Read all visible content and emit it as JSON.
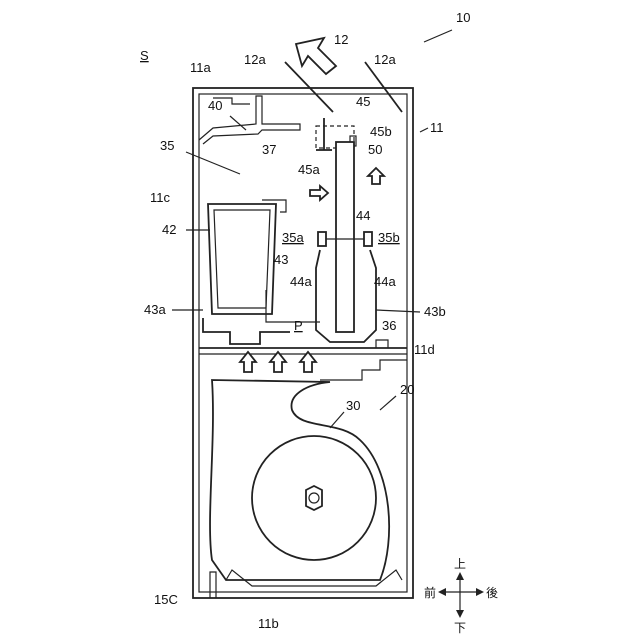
{
  "figure": {
    "labels": {
      "ref_10": "10",
      "ref_12": "12",
      "ref_12a_left": "12a",
      "ref_12a_right": "12a",
      "ref_11": "11",
      "ref_11a": "11a",
      "ref_11b": "11b",
      "ref_11c": "11c",
      "ref_11d": "11d",
      "ref_15C": "15C",
      "ref_20": "20",
      "ref_30": "30",
      "ref_35": "35",
      "ref_35a": "35a",
      "ref_35b": "35b",
      "ref_36": "36",
      "ref_37": "37",
      "ref_40": "40",
      "ref_42": "42",
      "ref_43": "43",
      "ref_43a": "43a",
      "ref_43b": "43b",
      "ref_44_left": "44a",
      "ref_44_center": "44",
      "ref_44a_right": "44a",
      "ref_45": "45",
      "ref_45a": "45a",
      "ref_45b": "45b",
      "ref_50": "50",
      "ref_S": "S",
      "ref_P": "P"
    },
    "direction": {
      "up": "上",
      "down": "下",
      "front": "前",
      "rear": "後"
    }
  }
}
